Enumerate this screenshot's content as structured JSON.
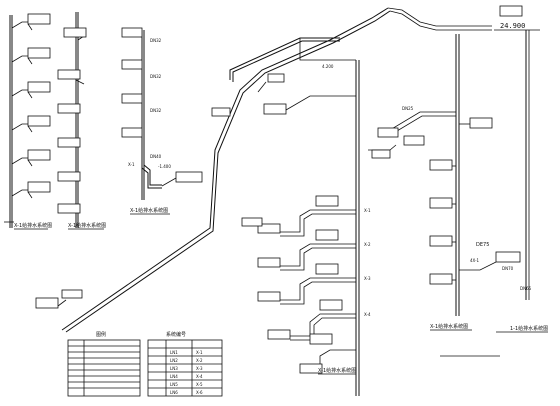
{
  "drawing": {
    "titles": {
      "sys_a": "X-1给排水系统图",
      "sys_b": "X-1给排水系统图",
      "sys_c": "X-1给排水系统图",
      "sys_d": "X-1给排水系统图",
      "sys_e": "X-1给排水系统图",
      "sys_f": "1-1给排水系统图"
    },
    "labels": {
      "elev_top": "24.900",
      "dn32_a": "DN32",
      "dn32_b": "DN32",
      "dn32_c": "DN32",
      "dn25": "DN25",
      "dn40": "DN40",
      "dn70": "DN70",
      "dn65": "DN65",
      "de_label": "DE75",
      "x1_mark": "X-1",
      "elev_mid": "4.200",
      "elev_low": "-1.400",
      "fl_label": "4X-1",
      "legend_title": "图例",
      "table_title": "系统编号"
    },
    "legend_rows": [
      "",
      "",
      "",
      "",
      "",
      "",
      "",
      "",
      ""
    ],
    "table_rows": [
      [
        "LN1",
        "X-1"
      ],
      [
        "LN2",
        "X-2"
      ],
      [
        "LN3",
        "X-3"
      ],
      [
        "LN4",
        "X-4"
      ],
      [
        "LN5",
        "X-5"
      ],
      [
        "LN6",
        "X-6"
      ]
    ]
  }
}
